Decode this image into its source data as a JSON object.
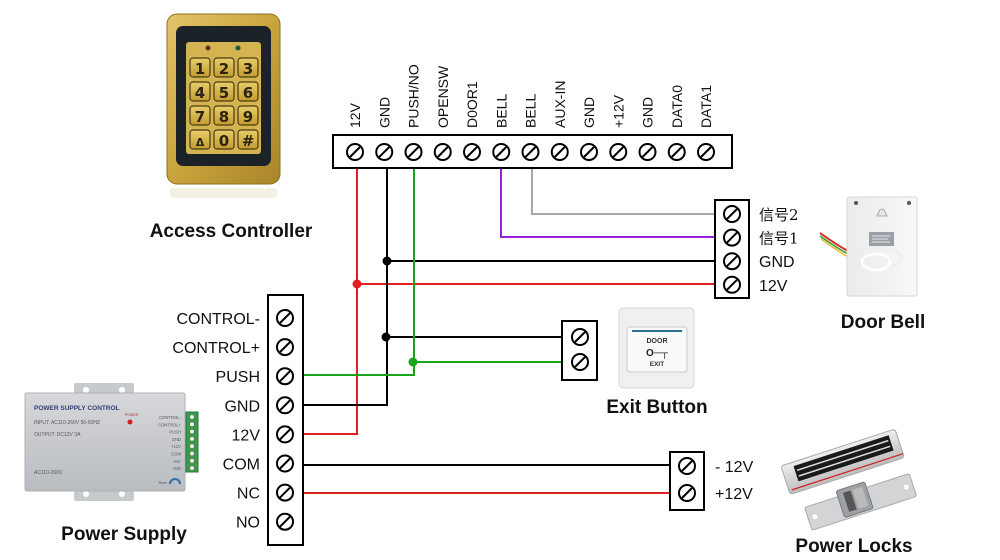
{
  "title": "Access Control Wiring Diagram",
  "colors": {
    "red_wire": "#e02020",
    "black_wire": "#000000",
    "green_wire": "#1aa41a",
    "purple_wire": "#9a1ee0",
    "gray_wire": "#a8a8a8",
    "keypad_gold": "#c9a43c",
    "keypad_dark": "#1c2328"
  },
  "captions": {
    "access_controller": "Access Controller",
    "door_bell": "Door Bell",
    "exit_button": "Exit Button",
    "power_supply": "Power Supply",
    "power_locks": "Power Locks"
  },
  "controller_terminals": [
    "12V",
    "GND",
    "PUSH/NO",
    "OPENSW",
    "D0OR1",
    "BELL",
    "BELL",
    "AUX-IN",
    "GND",
    "+12V",
    "GND",
    "DATA0",
    "DATA1"
  ],
  "power_supply_terminals": [
    "CONTROL-",
    "CONTROL+",
    "PUSH",
    "GND",
    "12V",
    "COM",
    "NC",
    "NO"
  ],
  "bell_terminals": [
    "信号2",
    "信号1",
    "GND",
    "12V"
  ],
  "lock_terminals": [
    "- 12V",
    "+12V"
  ],
  "keypad_keys": [
    "1",
    "2",
    "3",
    "4",
    "5",
    "6",
    "7",
    "8",
    "9",
    "🔔",
    "0",
    "#"
  ],
  "exit_button_face": {
    "top": "DOOR",
    "bottom": "EXIT"
  },
  "power_supply_device": {
    "brand": "POWER SUPPLY CONTROL",
    "input": "INPUT: AC110-260V 50-60HZ",
    "output": "OUTPUT: DC12V  3A",
    "ac": "AC110-260V",
    "power_led": "POWER",
    "time": "Time",
    "side_labels": [
      "CONTROL-",
      "CONTROL+",
      "PUSH",
      "GND",
      "+12V",
      "COM",
      "+NC",
      "+NO"
    ]
  },
  "connections": [
    {
      "from": "controller.12V",
      "to": [
        "power_supply.12V",
        "bell.12V"
      ],
      "color": "red"
    },
    {
      "from": "controller.GND",
      "to": [
        "power_supply.GND",
        "bell.GND",
        "exit_button.1"
      ],
      "color": "black"
    },
    {
      "from": "controller.PUSH/NO",
      "to": [
        "power_supply.PUSH",
        "exit_button.2"
      ],
      "color": "green"
    },
    {
      "from": "controller.BELL",
      "to": [
        "bell.信号1"
      ],
      "color": "purple"
    },
    {
      "from": "controller.BELL",
      "to": [
        "bell.信号2"
      ],
      "color": "gray"
    },
    {
      "from": "power_supply.COM",
      "to": [
        "lock.- 12V"
      ],
      "color": "black"
    },
    {
      "from": "power_supply.NC",
      "to": [
        "lock.+12V"
      ],
      "color": "red"
    }
  ]
}
